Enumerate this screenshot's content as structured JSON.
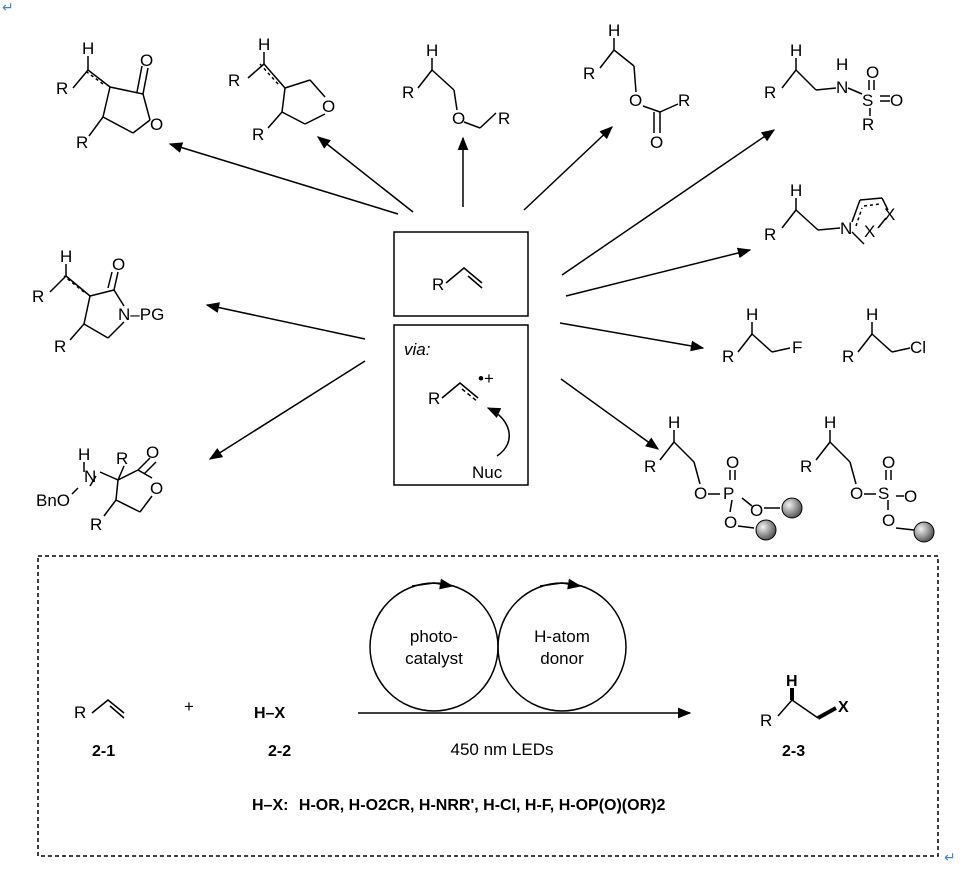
{
  "colors": {
    "ink": "#000000",
    "sphere_light": "#f2f2f2",
    "sphere_dark": "#5a5a5a",
    "return_mark": "#4a7fd0"
  },
  "center": {
    "via_label": "via:",
    "nucleophile": "Nuc",
    "radical_cation": "•+"
  },
  "atoms": {
    "R": "R",
    "H": "H",
    "O": "O",
    "N": "N",
    "S": "S",
    "P": "P",
    "F": "F",
    "Cl": "Cl",
    "X": "X",
    "BnO": "BnO",
    "N_PG": "N–PG"
  },
  "scheme": {
    "cycle_left": {
      "line1": "photo-",
      "line2": "catalyst"
    },
    "cycle_right": {
      "line1": "H-atom",
      "line2": "donor"
    },
    "plus": "+",
    "reagent": "H–X",
    "conditions": "450 nm LEDs",
    "compound_labels": {
      "alkene": "2-1",
      "reagent": "2-2",
      "product": "2-3"
    },
    "scope_prefix": "H–X:",
    "scope_items": "H-OR, H-O2CR, H-NRR', H-Cl, H-F, H-OP(O)(OR)2"
  },
  "return_mark": "↵"
}
